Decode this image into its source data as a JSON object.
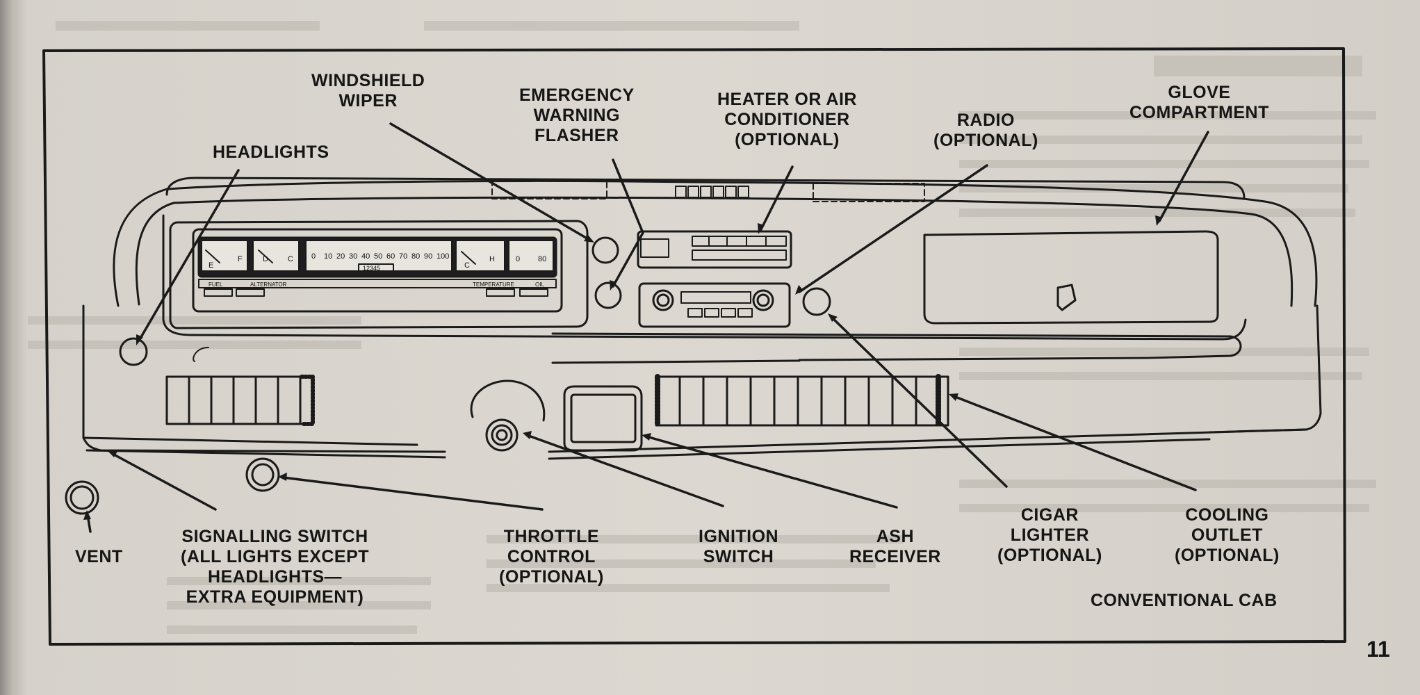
{
  "labels": {
    "windshield_wiper": [
      "WINDSHIELD",
      "WIPER"
    ],
    "headlights": [
      "HEADLIGHTS"
    ],
    "emergency_flasher": [
      "EMERGENCY",
      "WARNING",
      "FLASHER"
    ],
    "heater": [
      "HEATER OR AIR",
      "CONDITIONER",
      "(OPTIONAL)"
    ],
    "radio": [
      "RADIO",
      "(OPTIONAL)"
    ],
    "glove_compartment": [
      "GLOVE",
      "COMPARTMENT"
    ],
    "vent": [
      "VENT"
    ],
    "signalling_switch": [
      "SIGNALLING SWITCH",
      "(ALL LIGHTS EXCEPT",
      "HEADLIGHTS—",
      "EXTRA EQUIPMENT)"
    ],
    "throttle_control": [
      "THROTTLE",
      "CONTROL",
      "(OPTIONAL)"
    ],
    "ignition_switch": [
      "IGNITION",
      "SWITCH"
    ],
    "ash_receiver": [
      "ASH",
      "RECEIVER"
    ],
    "cigar_lighter": [
      "CIGAR",
      "LIGHTER",
      "(OPTIONAL)"
    ],
    "cooling_outlet": [
      "COOLING",
      "OUTLET",
      "(OPTIONAL)"
    ],
    "conventional_cab": [
      "CONVENTIONAL CAB"
    ]
  },
  "gauges": {
    "fuel": "FUEL",
    "alternator": "ALTERNATOR",
    "temperature": "TEMPERATURE",
    "oil": "OIL",
    "speed_ticks": [
      "0",
      "10",
      "20",
      "30",
      "40",
      "50",
      "60",
      "70",
      "80",
      "90",
      "100"
    ],
    "odometer": "12345",
    "fuel_marks": [
      "E",
      "F"
    ],
    "alternator_marks": [
      "D",
      "C"
    ],
    "temp_marks": [
      "C",
      "H"
    ],
    "oil_marks": [
      "0",
      "80"
    ]
  },
  "page_number": "11"
}
